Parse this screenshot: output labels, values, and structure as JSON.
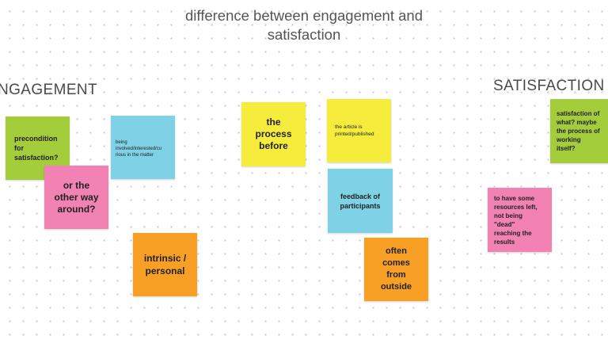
{
  "board": {
    "title": "difference between engagement and\nsatisfaction",
    "engagement_label": "NGAGEMENT",
    "satisfaction_label": "SATISFACTION"
  },
  "notes": {
    "precondition": {
      "text": "precondition\nfor\nsatisfaction?",
      "color": "#a3cd3b"
    },
    "other_way": {
      "text": "or the\nother way\naround?",
      "color": "#f282b4"
    },
    "involved": {
      "text": "being\ninvolved/interested/cu\nrious in the matter",
      "color": "#7fd1e6"
    },
    "intrinsic": {
      "text": "intrinsic /\npersonal",
      "color": "#f7a025"
    },
    "process_before": {
      "text": "the\nprocess\nbefore",
      "color": "#f6ec3b"
    },
    "article": {
      "text": "the article is\nprinted/published",
      "color": "#f6ec3b"
    },
    "feedback": {
      "text": "feedback of\nparticipants",
      "color": "#7fd1e6"
    },
    "outside": {
      "text": "often\ncomes\nfrom\noutside",
      "color": "#f7a025"
    },
    "resources": {
      "text": "to have some\nresources left,\nnot being\n\"dead\"\nreaching the\nresults",
      "color": "#f282b4"
    },
    "satisfaction_of": {
      "text": "satisfaction of\nwhat? maybe\nthe process of\nworking\nitself?",
      "color": "#a3cd3b"
    }
  }
}
